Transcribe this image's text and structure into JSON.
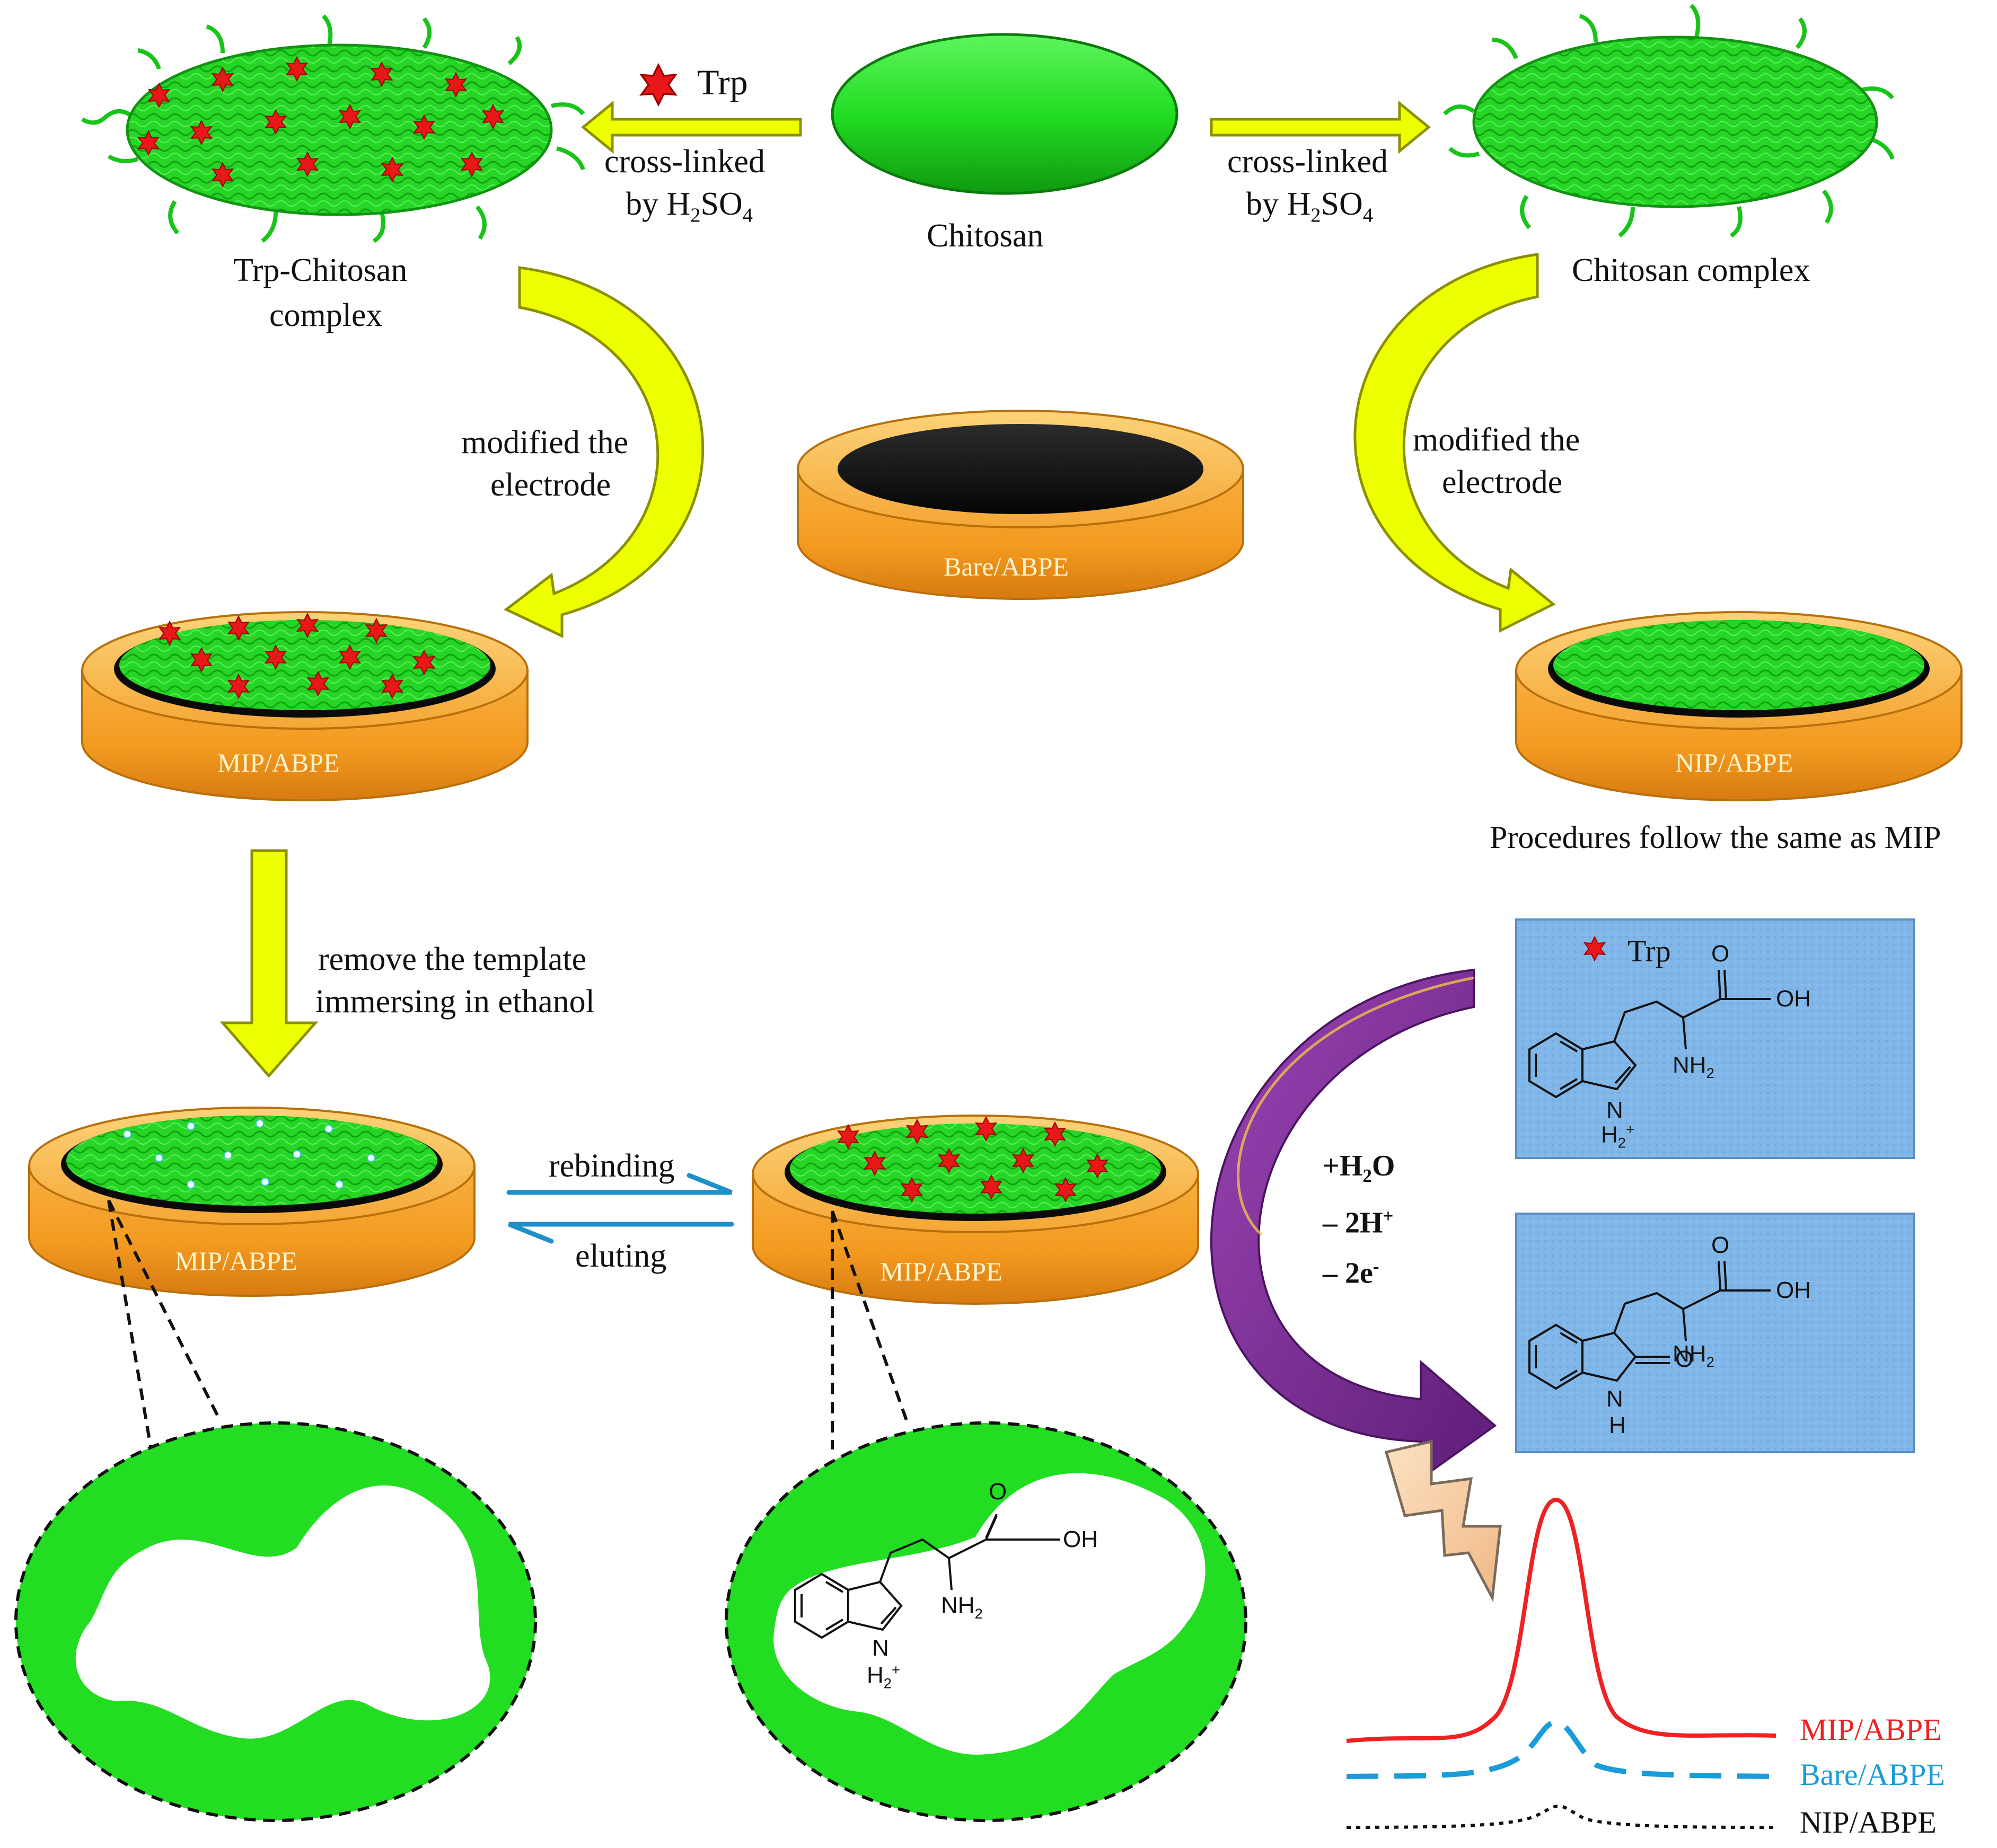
{
  "labels": {
    "trp": "Trp",
    "chitosan": "Chitosan",
    "cross_linked": "cross-linked",
    "by": "by H",
    "h2so4_sub": "2",
    "so": "SO",
    "so_sub": "4",
    "trp_complex_line1": "Trp-Chitosan",
    "trp_complex_line2": "complex",
    "chitosan_complex": "Chitosan complex",
    "modified_line1": "modified the",
    "modified_line2": "electrode",
    "bare_abpe": "Bare/ABPE",
    "mip_abpe": "MIP/ABPE",
    "nip_abpe": "NIP/ABPE",
    "procedures": "Procedures follow the same as MIP",
    "remove_line1": "remove the template",
    "remove_line2": "immersing in ethanol",
    "rebinding": "rebinding",
    "eluting": "eluting",
    "reaction_h2o": "+H",
    "reaction_h2o_sub": "2",
    "reaction_h2o_o": "O",
    "reaction_h": "– 2H",
    "reaction_h_sup": "+",
    "reaction_e": "– 2e",
    "reaction_e_sup": "-",
    "oh": "OH",
    "nh2": "NH",
    "nh2_sub": "2",
    "n": "N",
    "h2plus": "H",
    "h2plus_sub": "2",
    "h2plus_sup": "+",
    "o": "O",
    "h": "H"
  },
  "legend": {
    "mip": "MIP/ABPE",
    "bare": "Bare/ABPE",
    "nip": "NIP/ABPE"
  },
  "colors": {
    "green": "#22dd22",
    "orange": "#f7a530",
    "yellow": "#eeff00",
    "purple": "#7d2a96",
    "blue_panel": "#7fb4e6",
    "red": "#ee2222",
    "cyan_line": "#1a9cd8",
    "eq_arrow": "#1f8fc8"
  },
  "icons": {
    "trp_marker": "red-star-icon",
    "lightning": "lightning-icon"
  }
}
